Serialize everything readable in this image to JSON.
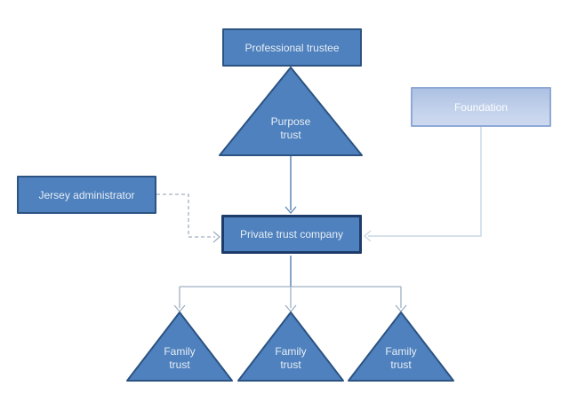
{
  "diagram": {
    "description": "Private trust company structure diagram",
    "nodes": {
      "professional_trustee": {
        "label": "Professional trustee",
        "shape": "rectangle"
      },
      "purpose_trust": {
        "label": "Purpose trust",
        "shape": "triangle"
      },
      "foundation": {
        "label": "Foundation",
        "shape": "rectangle"
      },
      "jersey_administrator": {
        "label": "Jersey administrator",
        "shape": "rectangle"
      },
      "private_trust_company": {
        "label": "Private trust company",
        "shape": "rectangle"
      },
      "family_trust_1": {
        "label": "Family trust",
        "shape": "triangle"
      },
      "family_trust_2": {
        "label": "Family trust",
        "shape": "triangle"
      },
      "family_trust_3": {
        "label": "Family trust",
        "shape": "triangle"
      }
    },
    "edges": [
      {
        "from": "purpose_trust",
        "to": "private_trust_company",
        "style": "solid",
        "color_key": "connector_blue"
      },
      {
        "from": "foundation",
        "to": "private_trust_company",
        "style": "solid",
        "color_key": "connector_light"
      },
      {
        "from": "jersey_administrator",
        "to": "private_trust_company",
        "style": "dashed",
        "color_key": "connector_gray"
      },
      {
        "from": "private_trust_company",
        "to": "family_trust_1",
        "style": "solid",
        "color_key": "connector_gray"
      },
      {
        "from": "private_trust_company",
        "to": "family_trust_2",
        "style": "solid",
        "color_key": "connector_gray"
      },
      {
        "from": "private_trust_company",
        "to": "family_trust_3",
        "style": "solid",
        "color_key": "connector_gray"
      }
    ],
    "colors": {
      "node_fill": "#4e81bd",
      "node_border": "#2c5382",
      "ptc_border": "#1e3c6b",
      "foundation_fill": "#bccdea",
      "foundation_border": "#8fa9d6",
      "label_text": "#e7edf6",
      "connector_blue": "#5b87b5",
      "connector_light": "#c8d8e6",
      "connector_gray": "#9fb0c2",
      "background": "#ffffff"
    }
  }
}
